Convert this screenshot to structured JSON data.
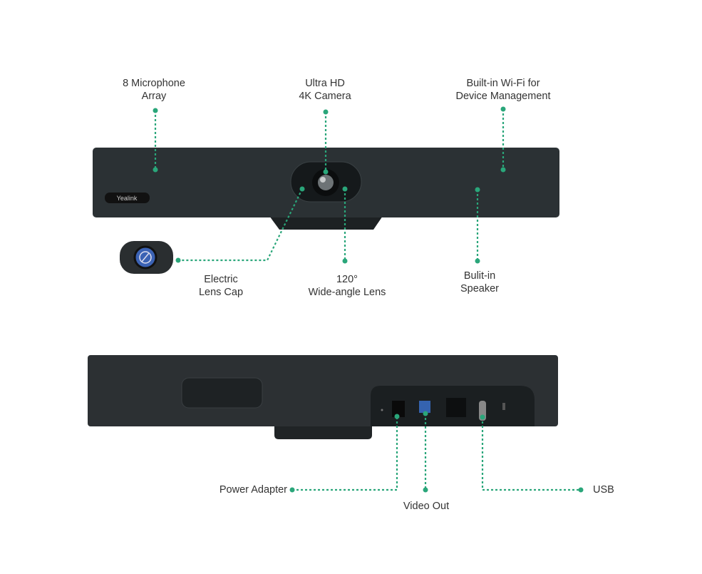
{
  "colors": {
    "accent": "#2aa67a",
    "device": "#2b3033",
    "text": "#333333"
  },
  "front_view": {
    "logo": "Yealink",
    "callouts": [
      {
        "id": "microphone",
        "lines": [
          "8 Microphone",
          "Array"
        ]
      },
      {
        "id": "camera",
        "lines": [
          "Ultra HD",
          "4K Camera"
        ]
      },
      {
        "id": "wifi",
        "lines": [
          "Built-in Wi-Fi for",
          "Device Management"
        ]
      },
      {
        "id": "lens-cap",
        "lines": [
          "Electric",
          "Lens Cap"
        ]
      },
      {
        "id": "wide-angle",
        "lines": [
          "120°",
          "Wide-angle Lens"
        ]
      },
      {
        "id": "speaker",
        "lines": [
          "Bulit-in",
          "Speaker"
        ]
      }
    ]
  },
  "rear_view": {
    "callouts": [
      {
        "id": "power",
        "lines": [
          "Power Adapter"
        ]
      },
      {
        "id": "video-out",
        "lines": [
          "Video Out"
        ]
      },
      {
        "id": "usb",
        "lines": [
          "USB"
        ]
      }
    ]
  }
}
